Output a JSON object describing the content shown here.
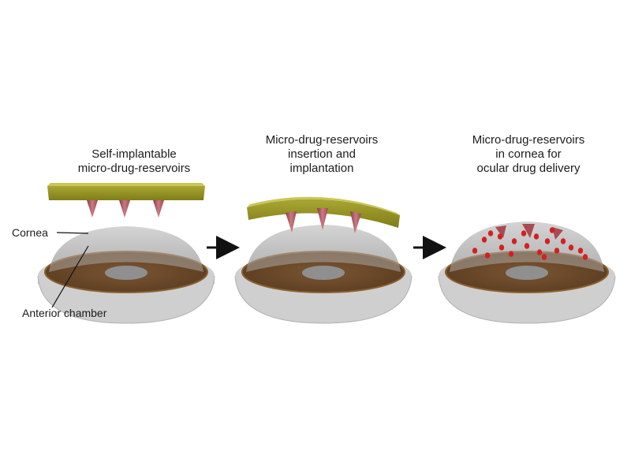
{
  "steps": [
    {
      "title_lines": [
        "Self-implantable",
        "micro-drug-reservoirs"
      ]
    },
    {
      "title_lines": [
        "Micro-drug-reservoirs",
        "insertion and",
        "implantation"
      ]
    },
    {
      "title_lines": [
        "Micro-drug-reservoirs",
        "in cornea for",
        "ocular drug delivery"
      ]
    }
  ],
  "labels": {
    "cornea": "Cornea",
    "anterior_chamber": "Anterior chamber"
  },
  "colors": {
    "patch": "#8c8a1c",
    "patch_highlight": "#c9c65a",
    "needle": "#a94b52",
    "iris": "#6b4a2a",
    "iris_rim": "#8a5f30",
    "pupil": "#8f8f8f",
    "cornea": "#b8b8b8",
    "chamber": "#d6d6d6",
    "drug_dot": "#d42020",
    "arrow": "#111111"
  }
}
